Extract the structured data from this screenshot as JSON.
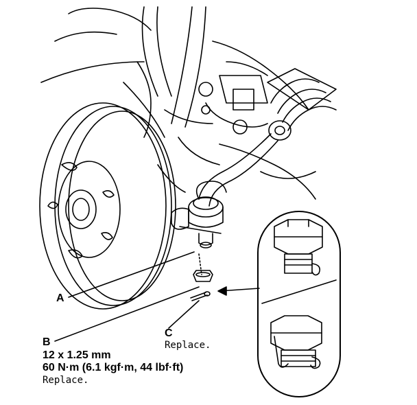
{
  "callouts": {
    "a": {
      "letter": "A"
    },
    "b": {
      "letter": "B",
      "size": "12 x 1.25 mm",
      "torque": "60 N·m (6.1 kgf·m, 44 lbf·ft)",
      "note": "Replace."
    },
    "c": {
      "letter": "C",
      "note": "Replace."
    }
  },
  "colors": {
    "ink": "#000000",
    "paper": "#ffffff"
  }
}
